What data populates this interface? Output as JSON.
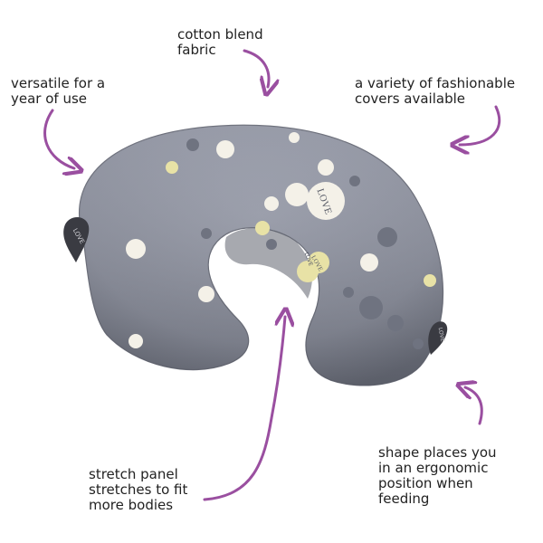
{
  "annotations": {
    "cotton": [
      "cotton blend",
      "fabric"
    ],
    "versatile": [
      "versatile for a",
      "year of use"
    ],
    "covers": [
      "a variety of fashionable",
      "covers available"
    ],
    "shape": [
      "shape places you",
      "in an ergonomic",
      "position when",
      "feeding"
    ],
    "stretch": [
      "stretch panel",
      "stretches to fit",
      "more bodies"
    ]
  },
  "pillow_print": [
    "LOVE",
    "LOVE",
    "LOVE",
    "LOVE",
    "LOVE"
  ],
  "colors": {
    "pillow_fabric": "#8a8e9c",
    "arrow": "#9a4fa0",
    "dot_white": "#f4f1e8",
    "dot_yellow": "#e8e2a6",
    "dot_grey": "#6f7380",
    "text": "#222222"
  }
}
